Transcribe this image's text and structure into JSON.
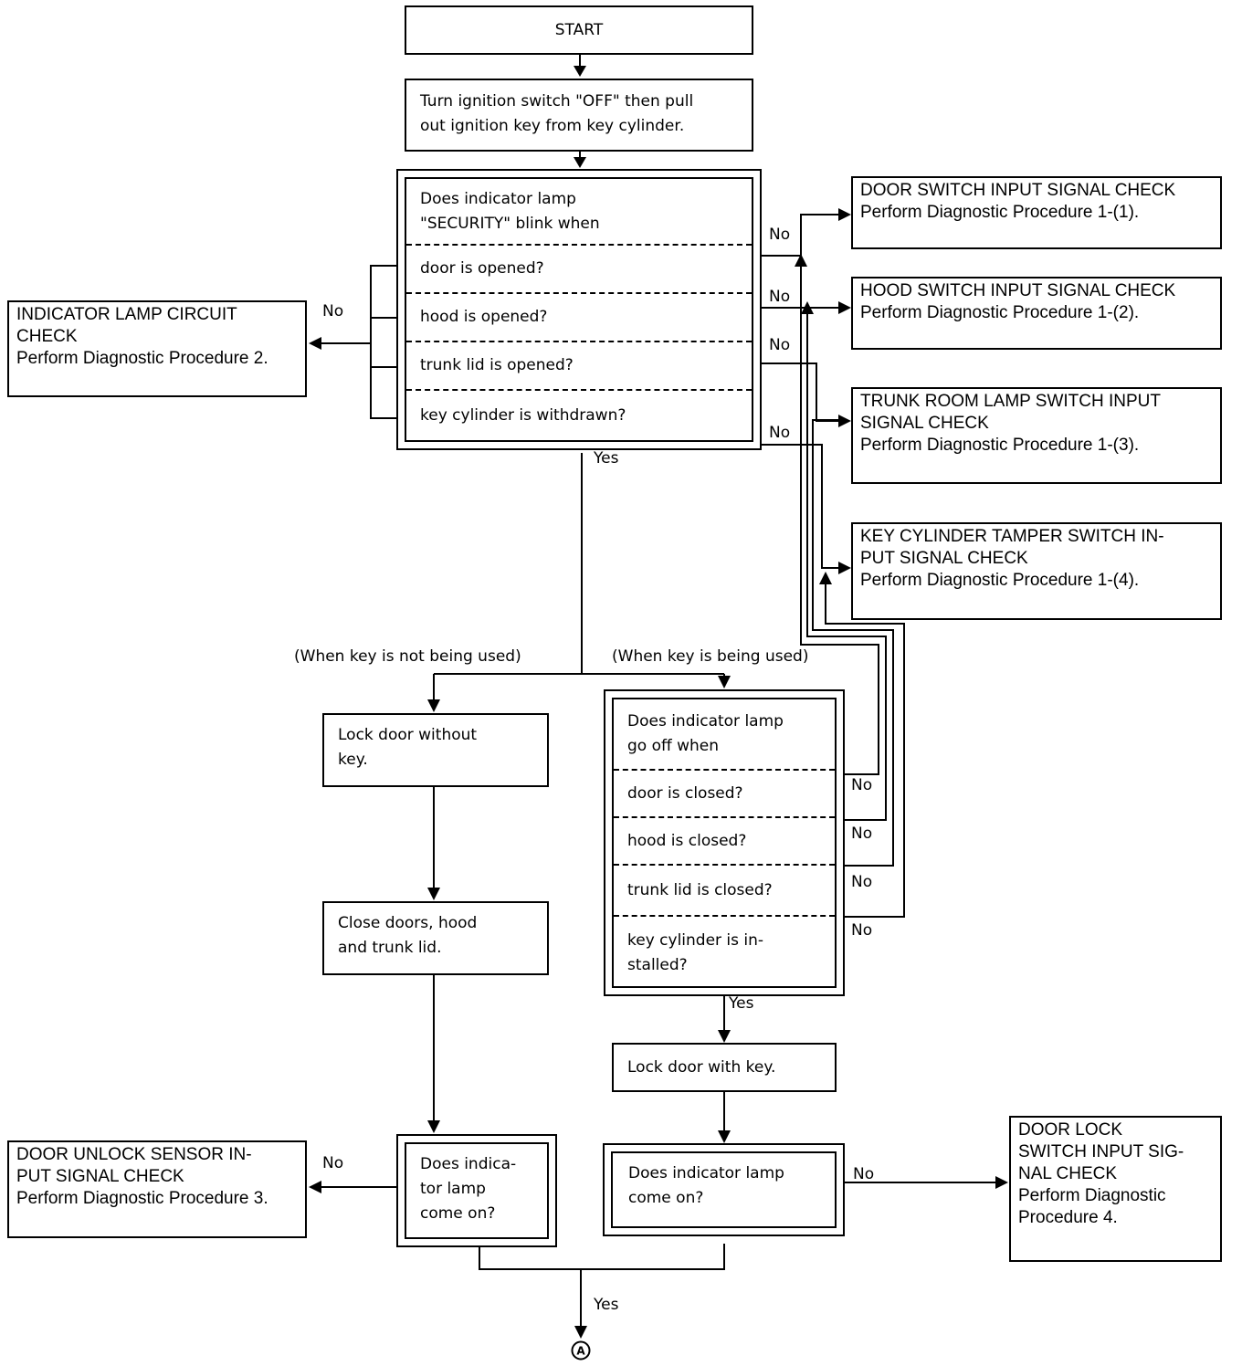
{
  "start": {
    "label": "START"
  },
  "step_ignition": {
    "text": "Turn ignition switch \"OFF\" then pull\nout ignition key from key cylinder."
  },
  "question_blink": {
    "header": "Does indicator lamp\n\"SECURITY\" blink when",
    "rows": [
      "door is opened?",
      "hood is opened?",
      "trunk lid is opened?",
      "key cylinder is withdrawn?"
    ]
  },
  "check_door_switch": {
    "text": "DOOR SWITCH INPUT SIGNAL CHECK\nPerform Diagnostic Procedure 1-(1)."
  },
  "check_hood_switch": {
    "text": "HOOD SWITCH INPUT SIGNAL CHECK\nPerform Diagnostic Procedure 1-(2)."
  },
  "check_trunk_switch": {
    "text": "TRUNK ROOM LAMP SWITCH INPUT\nSIGNAL CHECK\nPerform Diagnostic Procedure 1-(3)."
  },
  "check_key_cylinder": {
    "text": "KEY CYLINDER TAMPER SWITCH IN-\nPUT SIGNAL CHECK\nPerform Diagnostic Procedure 1-(4)."
  },
  "check_indicator_lamp": {
    "text": "INDICATOR LAMP CIRCUIT\nCHECK\nPerform Diagnostic Procedure 2."
  },
  "branch_labels": {
    "no_key": "(When key is not being used)",
    "with_key": "(When key is being used)"
  },
  "step_lock_no_key": {
    "text": "Lock door without\nkey."
  },
  "step_close": {
    "text": "Close doors, hood\nand trunk lid."
  },
  "question_off": {
    "header": "Does indicator lamp\ngo off when",
    "rows": [
      "door is closed?",
      "hood is closed?",
      "trunk lid is closed?",
      "key cylinder is in-\nstalled?"
    ]
  },
  "step_lock_key": {
    "text": "Lock door with key."
  },
  "question_on_left": {
    "text": "Does indica-\ntor lamp\ncome on?"
  },
  "question_on_right": {
    "text": "Does indicator lamp\ncome on?"
  },
  "check_unlock_sensor": {
    "text": "DOOR UNLOCK SENSOR IN-\nPUT SIGNAL CHECK\nPerform Diagnostic Procedure 3."
  },
  "check_door_lock_switch": {
    "text": "DOOR LOCK\nSWITCH INPUT SIG-\nNAL CHECK\nPerform Diagnostic\nProcedure 4."
  },
  "answers": {
    "no": "No",
    "yes": "Yes"
  },
  "connector": {
    "symbol": "A"
  }
}
